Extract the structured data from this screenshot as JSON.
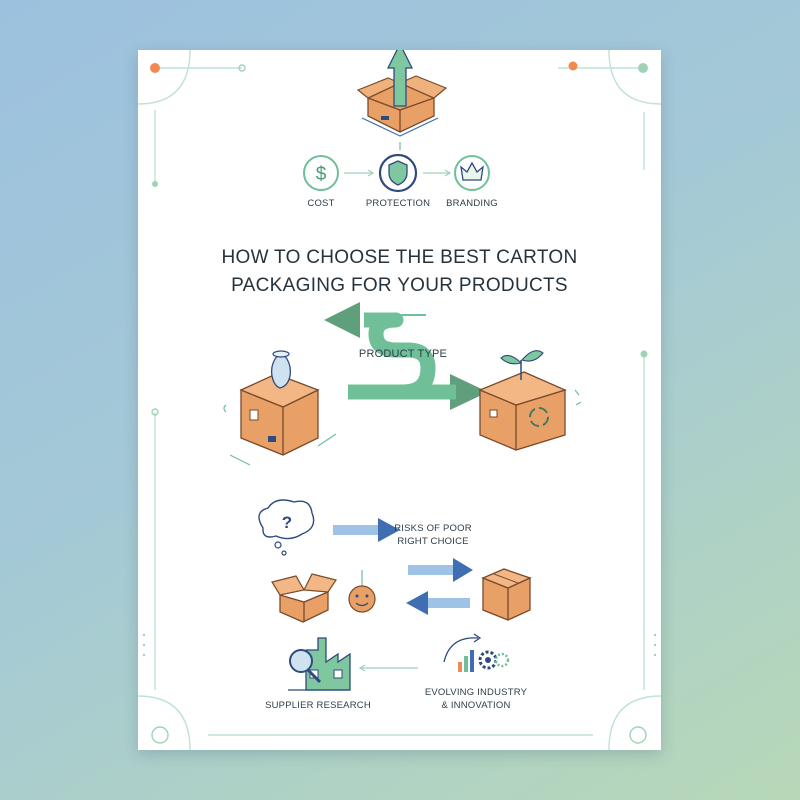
{
  "poster": {
    "top_icons": [
      {
        "label": "COST",
        "icon": "dollar-icon"
      },
      {
        "label": "PROTECTION",
        "icon": "shield-icon"
      },
      {
        "label": "BRANDING",
        "icon": "crown-icon"
      }
    ],
    "title_lines": [
      "HOW TO CHOOSE THE BEST CARTON",
      "PACKAGING FOR YOUR PRODUCTS"
    ],
    "section_product_type": "PRODUCT TYPE",
    "risks_lines": [
      "RISKS OF POOR",
      "RIGHT CHOICE"
    ],
    "supplier_research": "SUPPLIER RESEARCH",
    "evolving_lines": [
      "EVOLVING INDUSTRY",
      "& INNOVATION"
    ],
    "colors": {
      "accent_green": "#6fbf98",
      "arrow_green": "#5f9f7c",
      "arrow_blue": "#3f6fb2",
      "box_orange": "#e9a067",
      "orange_dot": "#f08a52",
      "navy": "#2f4a7d"
    }
  }
}
